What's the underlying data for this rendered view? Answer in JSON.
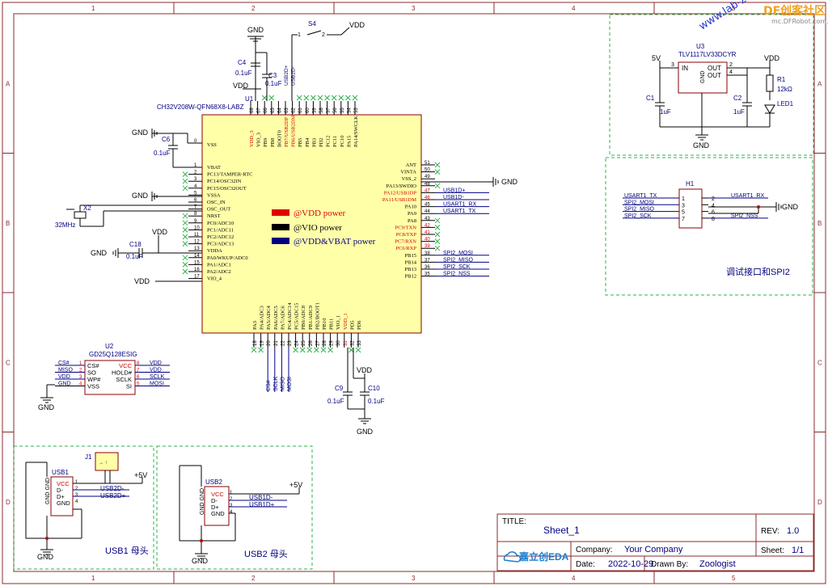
{
  "frame": {
    "cols": [
      "1",
      "2",
      "3",
      "4",
      "5"
    ],
    "rows": [
      "A",
      "B",
      "C",
      "D"
    ]
  },
  "watermark": {
    "brand": "DF创客社区",
    "url": "mc.DFRobot.com.cn",
    "diag": "www.lab-z.com"
  },
  "mcu": {
    "ref": "U1",
    "part": "CH32V208W-QFN68X8-LABZ",
    "top_pins": [
      {
        "num": "68",
        "name": "VDD_3",
        "red": true
      },
      {
        "num": "67",
        "name": "VIO_3",
        "red": false
      },
      {
        "num": "66",
        "name": "PB9",
        "red": false
      },
      {
        "num": "65",
        "name": "PB8",
        "red": false
      },
      {
        "num": "64",
        "name": "BOOT0",
        "red": false
      },
      {
        "num": "63",
        "name": "PB7/USB2DP",
        "red": true
      },
      {
        "num": "62",
        "name": "PB6/USB2DM",
        "red": true
      },
      {
        "num": "61",
        "name": "PB5",
        "red": false
      },
      {
        "num": "60",
        "name": "PB4",
        "red": false
      },
      {
        "num": "59",
        "name": "PB3",
        "red": false
      },
      {
        "num": "58",
        "name": "PD2",
        "red": false
      },
      {
        "num": "57",
        "name": "PC12",
        "red": false
      },
      {
        "num": "56",
        "name": "PC11",
        "red": false
      },
      {
        "num": "55",
        "name": "PC10",
        "red": false
      },
      {
        "num": "54",
        "name": "PA15",
        "red": false
      },
      {
        "num": "53",
        "name": "PA14/SWCLK",
        "red": false
      }
    ],
    "left_pins": [
      {
        "num": "1",
        "name": "VBAT"
      },
      {
        "num": "2",
        "name": "PC13/TAMPER-RTC"
      },
      {
        "num": "3",
        "name": "PC14/OSC32IN"
      },
      {
        "num": "4",
        "name": "PC15/OSC32OUT"
      },
      {
        "num": "5",
        "name": "VSSA"
      },
      {
        "num": "6",
        "name": "OSC_IN"
      },
      {
        "num": "7",
        "name": "OSC_OUT"
      },
      {
        "num": "8",
        "name": "NRST"
      },
      {
        "num": "9",
        "name": "PC0/ADC10"
      },
      {
        "num": "10",
        "name": "PC1/ADC11"
      },
      {
        "num": "11",
        "name": "PC2/ADC12"
      },
      {
        "num": "12",
        "name": "PC3/ADC13"
      },
      {
        "num": "13",
        "name": "VDDA"
      },
      {
        "num": "14",
        "name": "PA0/WKUP/ADC0"
      },
      {
        "num": "15",
        "name": "PA1/ADC1"
      },
      {
        "num": "16",
        "name": "PA2/ADC2"
      },
      {
        "num": "17",
        "name": "VIO_4"
      }
    ],
    "vss_pin": {
      "num": "0",
      "name": "VSS"
    },
    "right_pins": [
      {
        "num": "51",
        "name": "ANT",
        "red": false
      },
      {
        "num": "50",
        "name": "VINTA",
        "red": false
      },
      {
        "num": "49",
        "name": "VSS_2",
        "red": false
      },
      {
        "num": "48",
        "name": "PA13/SWDIO",
        "red": false
      },
      {
        "num": "47",
        "name": "PA12/USB1DP",
        "red": true
      },
      {
        "num": "46",
        "name": "PA11/USB1DM",
        "red": true
      },
      {
        "num": "45",
        "name": "PA10",
        "red": false
      },
      {
        "num": "44",
        "name": "PA9",
        "red": false
      },
      {
        "num": "43",
        "name": "PA8",
        "red": false
      },
      {
        "num": "42",
        "name": "PC9/TXN",
        "red": true
      },
      {
        "num": "41",
        "name": "PC8/TXP",
        "red": true
      },
      {
        "num": "40",
        "name": "PC7/RXN",
        "red": true
      },
      {
        "num": "39",
        "name": "PC6/RXP",
        "red": true
      },
      {
        "num": "38",
        "name": "PB15",
        "red": false
      },
      {
        "num": "37",
        "name": "PB14",
        "red": false
      },
      {
        "num": "36",
        "name": "PB13",
        "red": false
      },
      {
        "num": "35",
        "name": "PB12",
        "red": false
      }
    ],
    "bottom_pins": [
      {
        "num": "18",
        "name": "PA3",
        "red": false
      },
      {
        "num": "19",
        "name": "PA4/ADC3",
        "red": false
      },
      {
        "num": "20",
        "name": "PA5/ADC4",
        "red": false
      },
      {
        "num": "21",
        "name": "PA6/ADC5",
        "red": false
      },
      {
        "num": "22",
        "name": "PA7/ADC6",
        "red": false
      },
      {
        "num": "23",
        "name": "PC4/ADC14",
        "red": false
      },
      {
        "num": "24",
        "name": "PC5/ADC15",
        "red": false
      },
      {
        "num": "25",
        "name": "PB0/ADC8",
        "red": false
      },
      {
        "num": "26",
        "name": "PB1/ADC9",
        "red": false
      },
      {
        "num": "27",
        "name": "PB2/BOOT1",
        "red": false
      },
      {
        "num": "28",
        "name": "PB10",
        "red": false
      },
      {
        "num": "29",
        "name": "PB11",
        "red": false
      },
      {
        "num": "30",
        "name": "VIO_1",
        "red": false
      },
      {
        "num": "31",
        "name": "VDD_1",
        "red": true
      },
      {
        "num": "32",
        "name": "PD5",
        "red": false
      },
      {
        "num": "33",
        "name": "PD6",
        "red": false
      }
    ],
    "top_nets": {
      "62": "USB2D-",
      "63": "USB2D+"
    },
    "right_nets": {
      "47": "USB1D+",
      "46": "USB1D-",
      "45": "USART1_RX",
      "44": "USART1_TX",
      "38": "SPI2_MOSI",
      "37": "SPI2_MISO",
      "36": "SPI2_SCK",
      "35": "SPI2_NSS"
    },
    "bottom_nets": {
      "20": "CS#",
      "21": "SCLK",
      "22": "MISO",
      "23": "MOSI"
    },
    "legend": [
      {
        "text": "@VDD power",
        "color": "#e00000"
      },
      {
        "text": "@VIO power",
        "color": "#000000"
      },
      {
        "text": "@VDD&VBAT power",
        "color": "#000080"
      }
    ]
  },
  "labels": {
    "gnd": "GND",
    "vdd": "VDD",
    "v5": "+5V",
    "v5b": "5V",
    "s4": "S4",
    "s4p1": "1",
    "s4p2": "2",
    "c4": "C4",
    "c4v": "0.1uF",
    "c3": "C3",
    "c3v": "0.1uF",
    "c6": "C6",
    "c6v": "0.1uF",
    "x2": "X2",
    "x2v": "32MHz",
    "c18": "C18",
    "c18v": "0.1uF",
    "c9": "C9",
    "c9v": "0.1uF",
    "c10": "C10",
    "c10v": "0.1uF"
  },
  "u2": {
    "ref": "U2",
    "part": "GD25Q128ESIG",
    "left": [
      {
        "num": "1",
        "name": "CS#",
        "net": "CS#"
      },
      {
        "num": "2",
        "name": "SO",
        "net": "MISO"
      },
      {
        "num": "3",
        "name": "WP#",
        "net": "VDD"
      },
      {
        "num": "4",
        "name": "VSS",
        "net": "GND"
      }
    ],
    "right": [
      {
        "num": "8",
        "name": "VCC",
        "net": "VDD"
      },
      {
        "num": "7",
        "name": "HOLD#",
        "net": "VDD"
      },
      {
        "num": "6",
        "name": "SCLK",
        "net": "SCLK"
      },
      {
        "num": "5",
        "name": "SI",
        "net": "MOSI"
      }
    ]
  },
  "u3": {
    "ref": "U3",
    "part": "TLV1117LV33DCYR",
    "in": "IN",
    "gnd": "GND",
    "out1": "OUT",
    "out2": "OUT",
    "pin3": "3",
    "pin2": "2",
    "pin4": "4",
    "c1": "C1",
    "c1v": "1uF",
    "c2": "C2",
    "c2v": "1uF",
    "r1": "R1",
    "r1v": "12kΩ",
    "led": "LED1"
  },
  "h1": {
    "ref": "H1",
    "left": [
      {
        "num": "1",
        "net": "USART1_TX"
      },
      {
        "num": "3",
        "net": "SPI2_MOSI"
      },
      {
        "num": "5",
        "net": "SPI2_MISO"
      },
      {
        "num": "7",
        "net": "SPI2_SCK"
      }
    ],
    "right": [
      {
        "num": "2",
        "net": "USART1_RX"
      },
      {
        "num": "4",
        "net": ""
      },
      {
        "num": "6",
        "net": ""
      },
      {
        "num": "8",
        "net": "SPI2_NSS"
      }
    ],
    "caption": "调试接口和SPI2"
  },
  "usb1": {
    "ref": "USB1",
    "j1": "J1",
    "pins": [
      "VCC",
      "D-",
      "D+",
      "GND"
    ],
    "nums": [
      "1",
      "2",
      "3",
      "4"
    ],
    "side": "GND GND",
    "nets": [
      "USB2D-",
      "USB2D+"
    ],
    "caption": "USB1 母头"
  },
  "usb2": {
    "ref": "USB2",
    "pins": [
      "VCC",
      "D-",
      "D+",
      "GND"
    ],
    "nums": [
      "1",
      "2",
      "3",
      "4"
    ],
    "side": "GND GND",
    "nets": [
      "USB1D-",
      "USB1D+"
    ],
    "caption": "USB2 母头"
  },
  "title_block": {
    "title_label": "TITLE:",
    "title": "Sheet_1",
    "rev_label": "REV:",
    "rev": "1.0",
    "company_label": "Company:",
    "company": "Your Company",
    "sheet_label": "Sheet:",
    "sheet": "1/1",
    "date_label": "Date:",
    "date": "2022-10-29",
    "drawn_label": "Drawn By:",
    "drawn": "Zoologist",
    "logo": "嘉立创EDA"
  }
}
